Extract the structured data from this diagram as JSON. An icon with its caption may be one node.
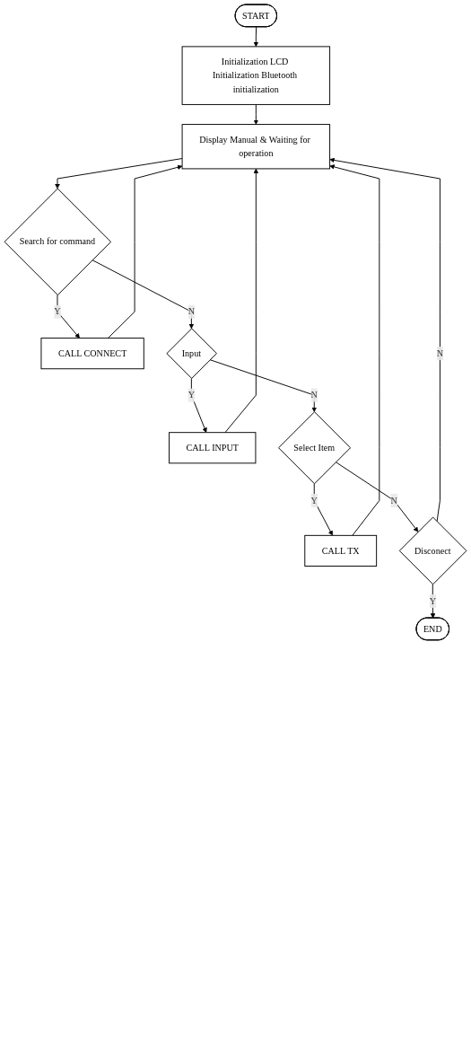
{
  "diagram": {
    "nodes": [
      {
        "text": [
          "START"
        ]
      },
      {
        "text": [
          "Initialization LCD Initialization Bluetooth initialization"
        ]
      },
      {
        "text": [
          "Display Manual & Waiting for operation"
        ]
      },
      {
        "text": [
          "Search for command"
        ]
      },
      {
        "text": [
          "CALL CONNECT"
        ]
      },
      {
        "text": [
          "Input"
        ]
      },
      {
        "text": [
          "CALL INPUT"
        ]
      },
      {
        "text": [
          "Select Item"
        ]
      },
      {
        "text": [
          "CALL TX"
        ]
      },
      {
        "text": [
          "Disconect"
        ]
      },
      {
        "text": [
          "END"
        ]
      }
    ],
    "edges": [
      {
        "from": 0,
        "to": 1,
        "arrow": "to"
      },
      {
        "from": 1,
        "to": 2,
        "arrow": "to"
      },
      {
        "from": 2,
        "to": 3,
        "arrow": "to"
      },
      {
        "from": 3,
        "to": 4,
        "arrow": "to",
        "label": "Y"
      },
      {
        "from": 3,
        "to": 5,
        "arrow": "to",
        "label": "N"
      },
      {
        "from": 5,
        "to": 6,
        "arrow": "to",
        "label": "Y"
      },
      {
        "from": 5,
        "to": 7,
        "arrow": "to",
        "label": "N"
      },
      {
        "from": 7,
        "to": 8,
        "arrow": "to",
        "label": "Y"
      },
      {
        "from": 7,
        "to": 9,
        "arrow": "to",
        "label": "N"
      },
      {
        "from": 9,
        "to": 10,
        "arrow": "to",
        "label": "Y"
      },
      {
        "from": 4,
        "to": 2,
        "arrow": "to"
      },
      {
        "from": 6,
        "to": 2,
        "arrow": "to"
      },
      {
        "from": 8,
        "to": 2,
        "arrow": "to"
      },
      {
        "from": 9,
        "to": 2,
        "arrow": "to",
        "label": "N"
      }
    ]
  }
}
